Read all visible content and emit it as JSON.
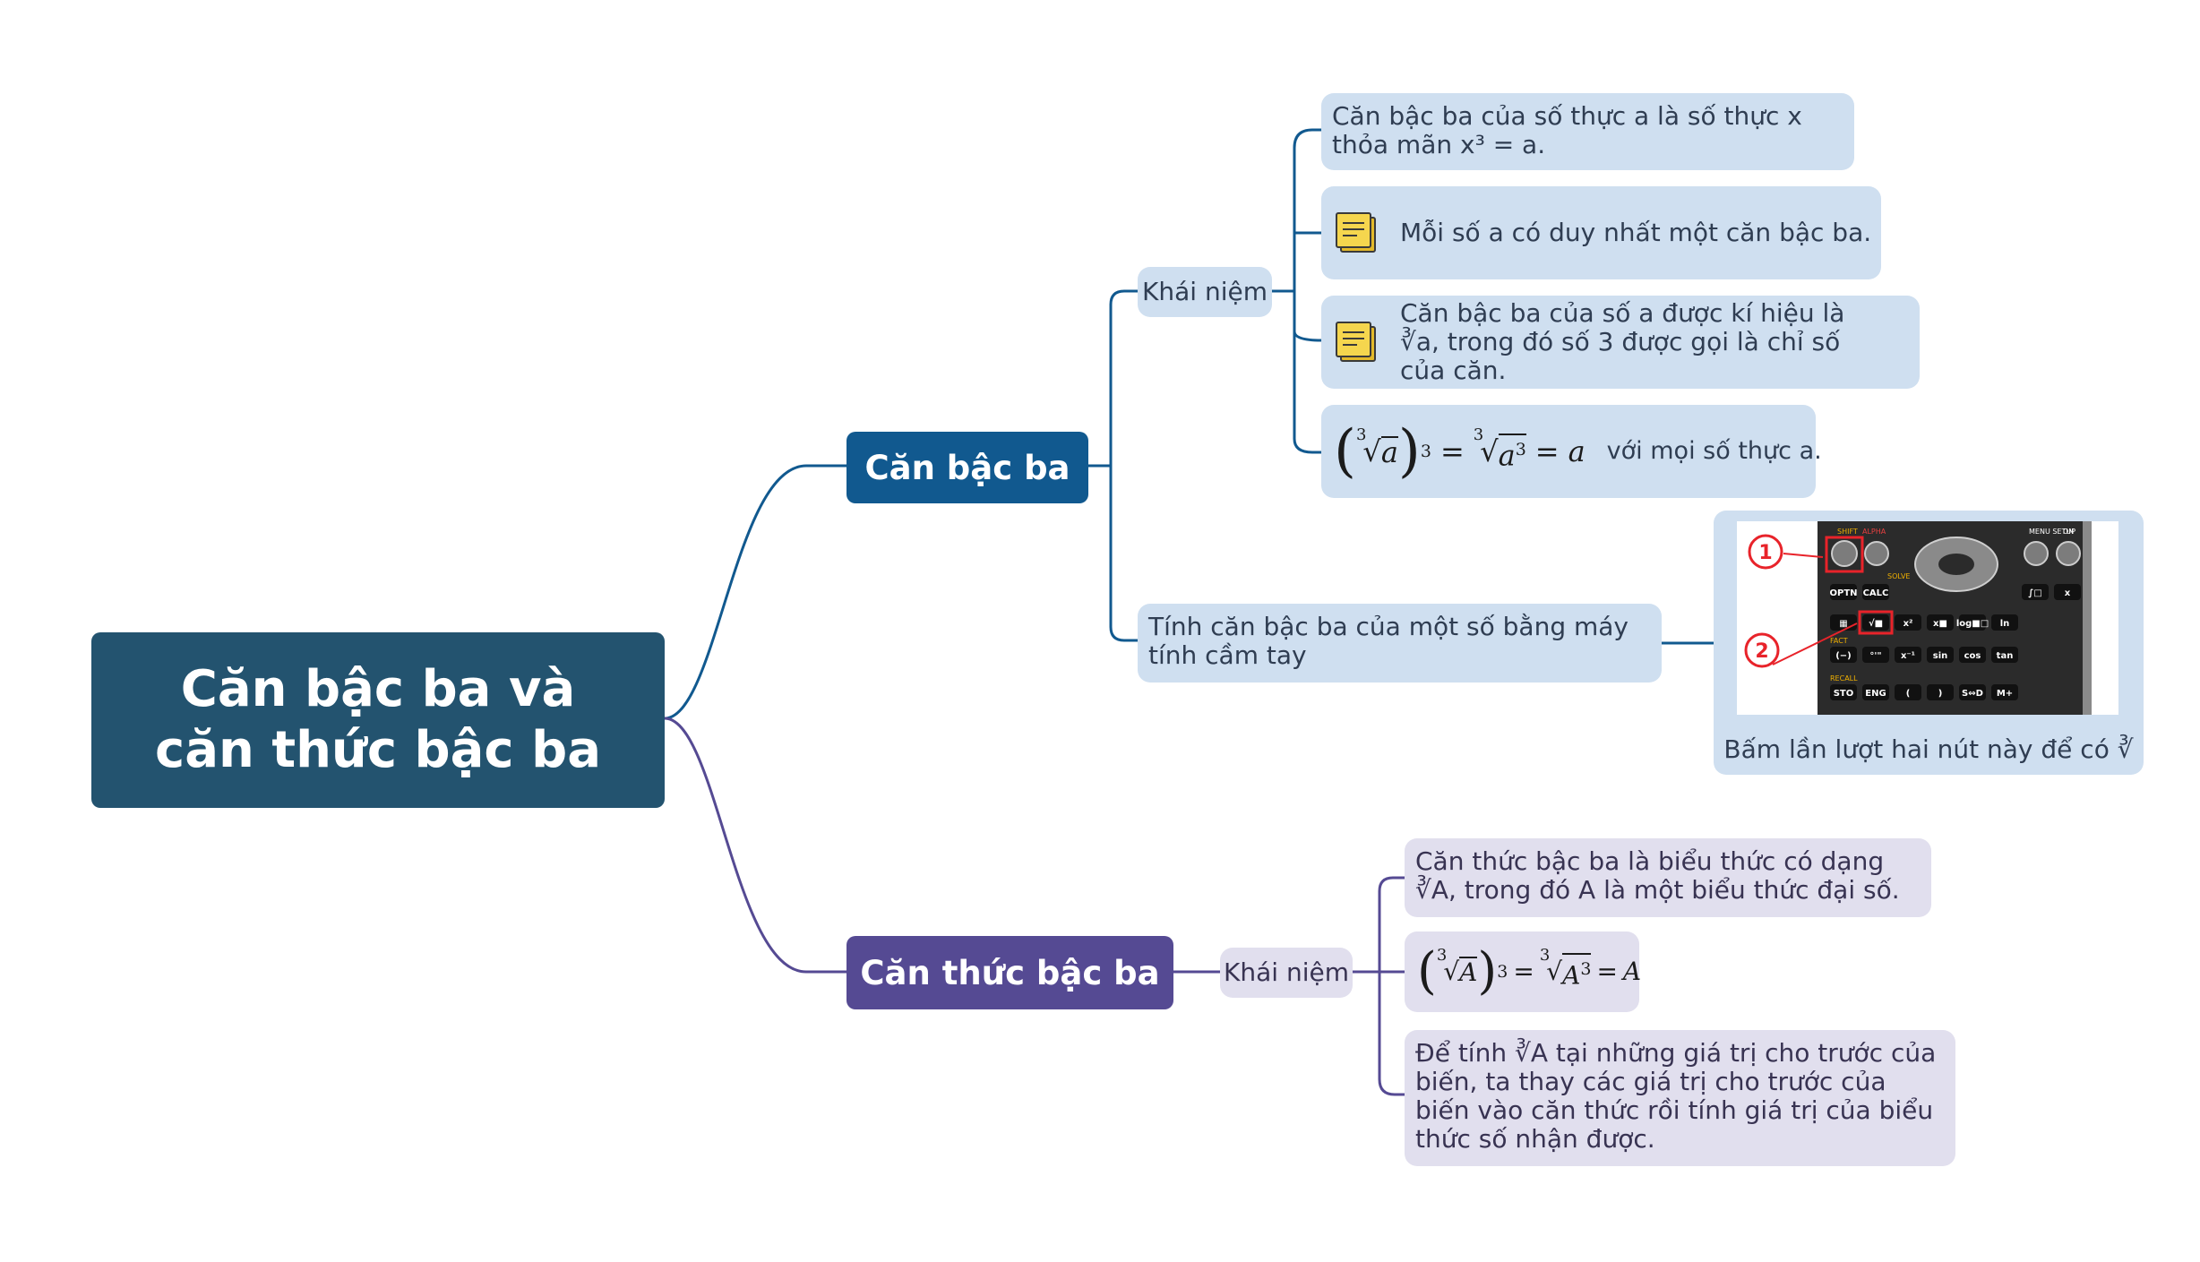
{
  "root": {
    "title": "Căn bậc ba và căn thức bậc ba"
  },
  "branches": {
    "can_bac_ba": {
      "label": "Căn bậc ba",
      "khai_niem": {
        "label": "Khái niệm",
        "items": [
          "Căn bậc ba của số thực a là số thực x thỏa mãn x³ = a.",
          "Mỗi số a có duy nhất một căn bậc ba.",
          "Căn bậc ba của số a được kí hiệu là ∛a, trong đó số 3 được gọi là chỉ số của căn."
        ],
        "formula": {
          "lhs_var": "a",
          "mid_var": "a",
          "rhs": "a",
          "index": "3",
          "exponent": "3",
          "note": "với mọi số thực a."
        }
      },
      "tinh": {
        "label": "Tính căn bậc ba của một số bằng máy tính cầm tay",
        "calculator": {
          "marker_1": "1",
          "marker_2": "2",
          "caption": "Bấm lần lượt hai nút này để có ∛",
          "top_labels": [
            "SHIFT",
            "ALPHA",
            "MENU SETUP",
            "ON"
          ],
          "row1": [
            "OPTN",
            "CALC",
            "∫□",
            "x"
          ],
          "row2": [
            "▦",
            "√■",
            "x²",
            "x■",
            "log■□",
            "ln"
          ],
          "row3": [
            "(−)",
            "°'\"",
            "x⁻¹",
            "sin",
            "cos",
            "tan"
          ],
          "row4": [
            "STO",
            "ENG",
            "(",
            ")",
            "S⇔D",
            "M+"
          ],
          "small_labels": [
            "SOLVE",
            "RECALL",
            "FACT"
          ]
        }
      }
    },
    "can_thuc_bac_ba": {
      "label": "Căn thức bậc ba",
      "khai_niem": {
        "label": "Khái niệm",
        "items": [
          "Căn thức bậc ba là biểu thức có dạng ∛A, trong đó A là một biểu thức đại số.",
          "Để tính ∛A tại những giá trị cho trước của biến, ta thay các giá trị cho trước của biến vào căn thức rồi tính giá trị của biểu thức số nhận được."
        ],
        "formula": {
          "lhs_var": "A",
          "mid_var": "A",
          "rhs": "A",
          "index": "3",
          "exponent": "3"
        }
      }
    }
  },
  "colors": {
    "root": "#23536f",
    "branch_blue": "#11598f",
    "branch_purple": "#554a93",
    "leaf_blue": "#cfdff0",
    "leaf_purple": "#e1dfee",
    "note_yellow": "#f5d64e",
    "marker_red": "#e8232a"
  },
  "icons": [
    "sticky-note-icon"
  ]
}
